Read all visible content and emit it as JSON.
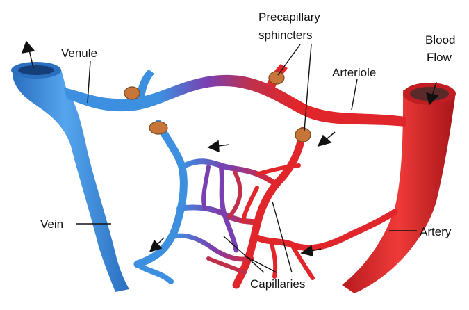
{
  "labels": {
    "venule": "Venule",
    "precapillary_line1": "Precapillary",
    "precapillary_line2": "sphincters",
    "blood_line1": "Blood",
    "blood_line2": "Flow",
    "arteriole": "Arteriole",
    "vein": "Vein",
    "artery": "Artery",
    "capillaries": "Capillaries"
  },
  "colors": {
    "vein": "#3d8fe0",
    "vein_dark": "#2a6fc0",
    "artery": "#e0262a",
    "artery_dark": "#b81a1e",
    "transition": "#7a3fb0",
    "sphincter": "#c8753a",
    "lumen": "#5a2a2a"
  }
}
